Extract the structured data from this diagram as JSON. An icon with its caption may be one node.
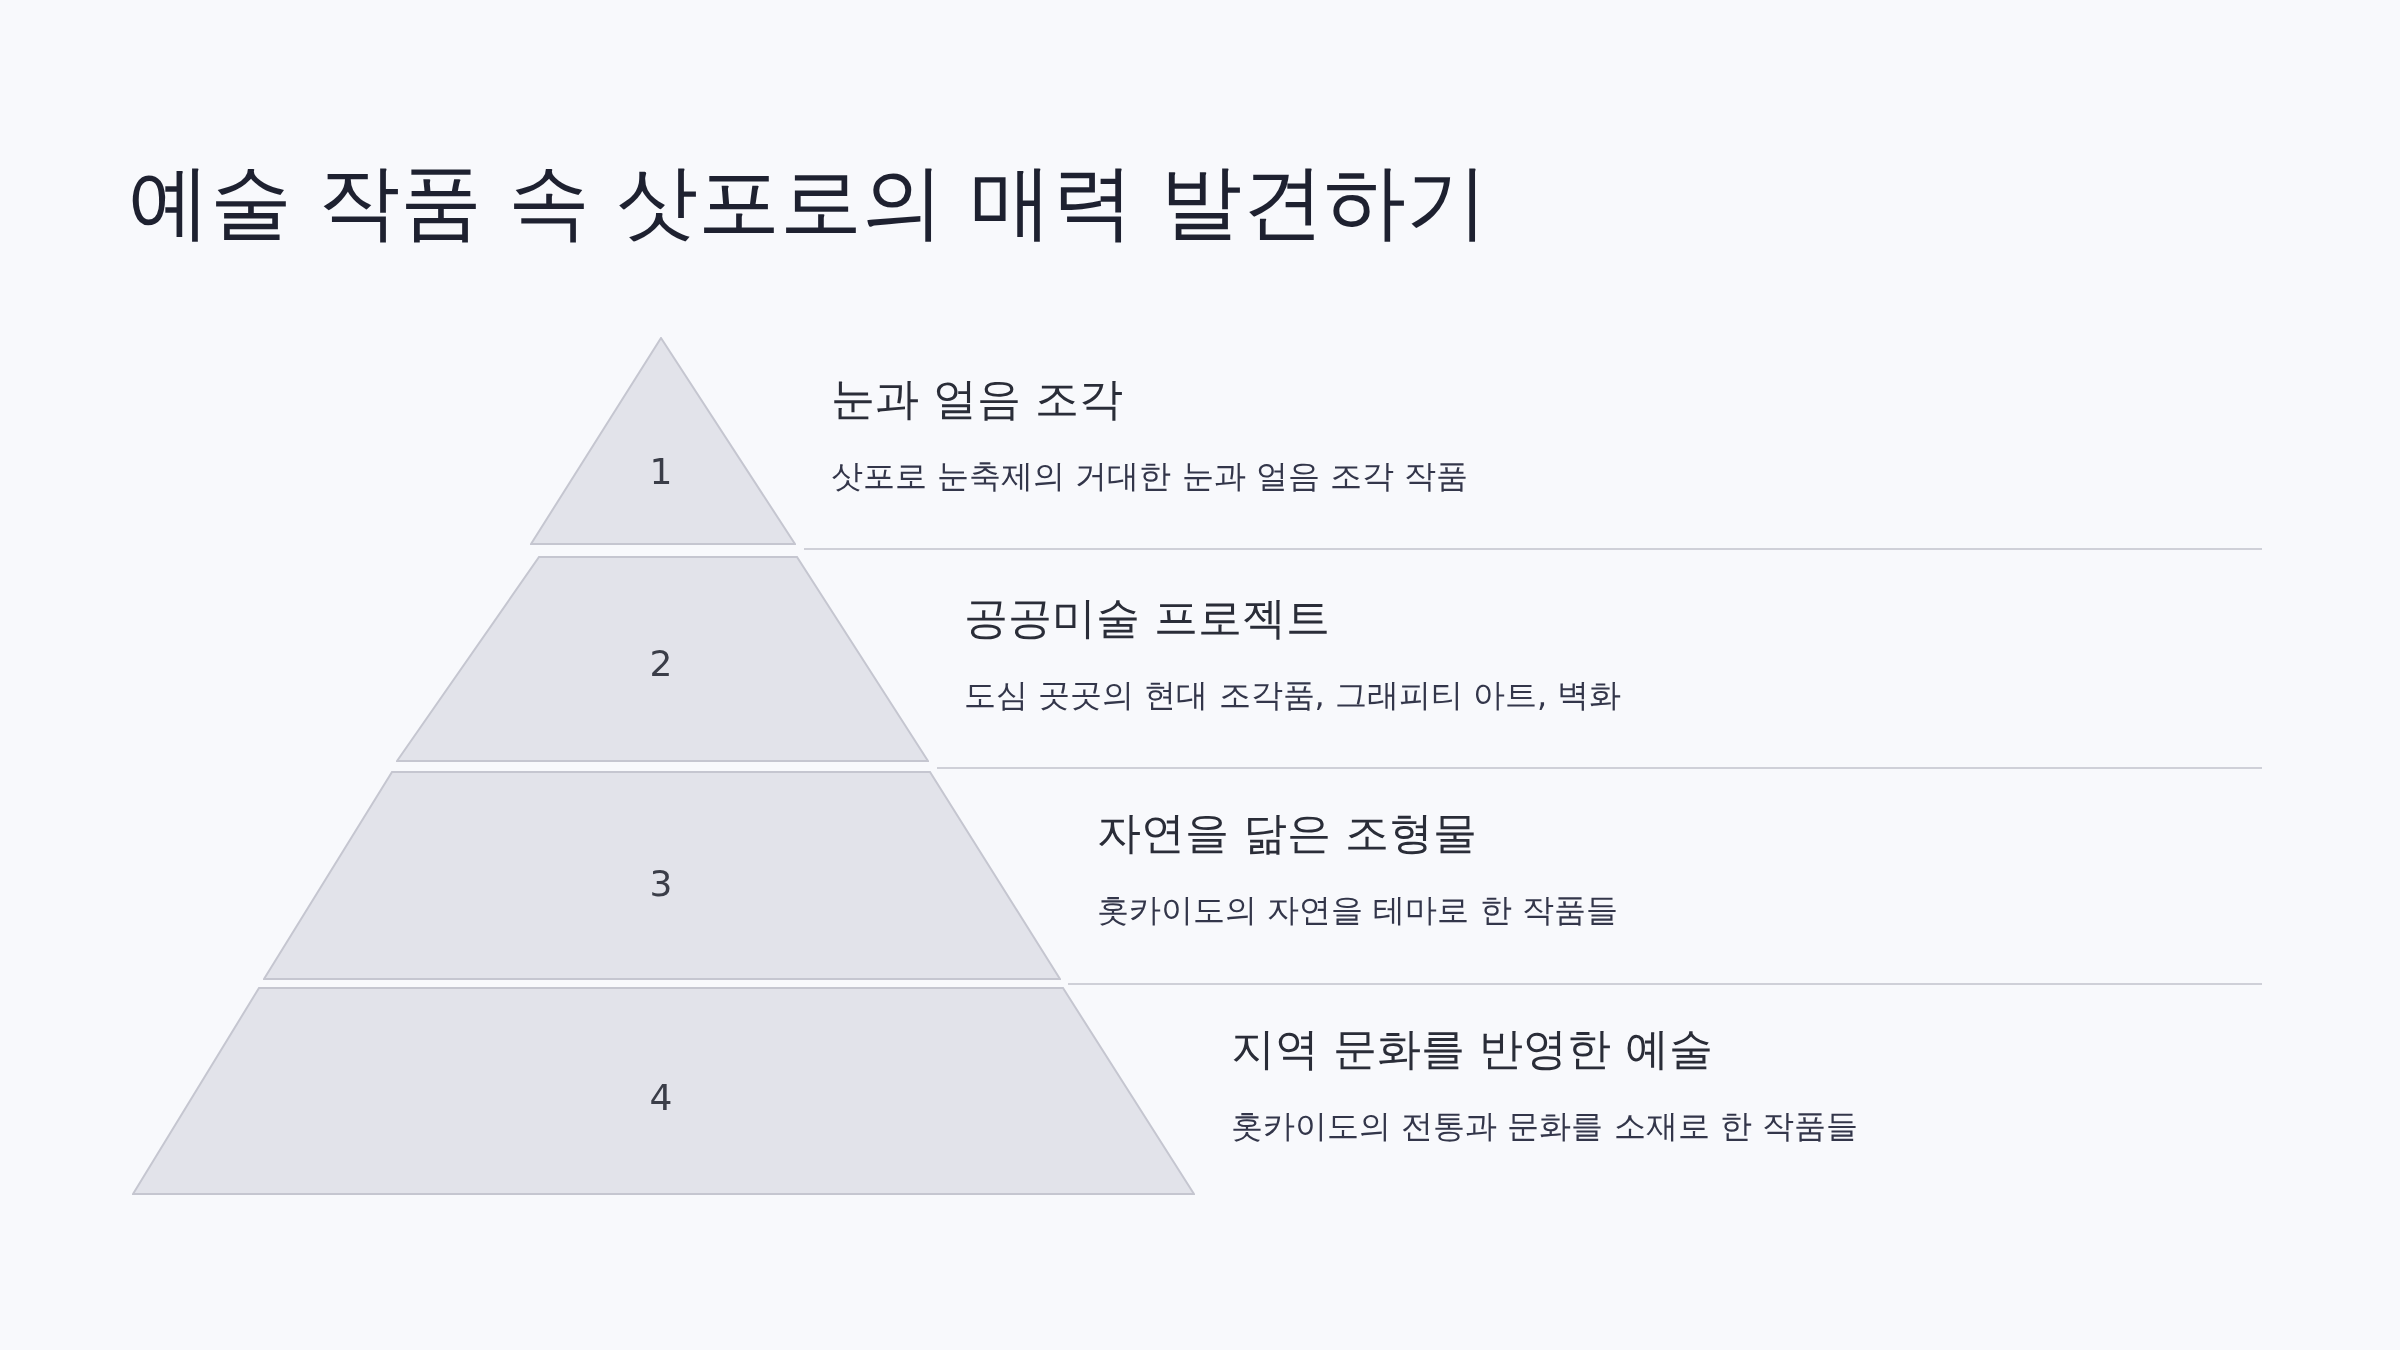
{
  "diagram": {
    "title": "예술 작품 속 삿포로의 매력 발견하기",
    "nodes": [
      {
        "text": [
          "1"
        ],
        "beside": [
          "눈과 얼음 조각",
          "삿포로 눈축제의 거대한 눈과 얼음 조각 작품"
        ]
      },
      {
        "text": [
          "2"
        ],
        "beside": [
          "공공미술 프로젝트",
          "도심 곳곳의 현대 조각품, 그래피티 아트, 벽화"
        ]
      },
      {
        "text": [
          "3"
        ],
        "beside": [
          "자연을 닮은 조형물",
          "홋카이도의 자연을 테마로 한 작품들"
        ]
      },
      {
        "text": [
          "4"
        ],
        "beside": [
          "지역 문화를 반영한 예술",
          "홋카이도의 전통과 문화를 소재로 한 작품들"
        ]
      }
    ],
    "edges": []
  }
}
